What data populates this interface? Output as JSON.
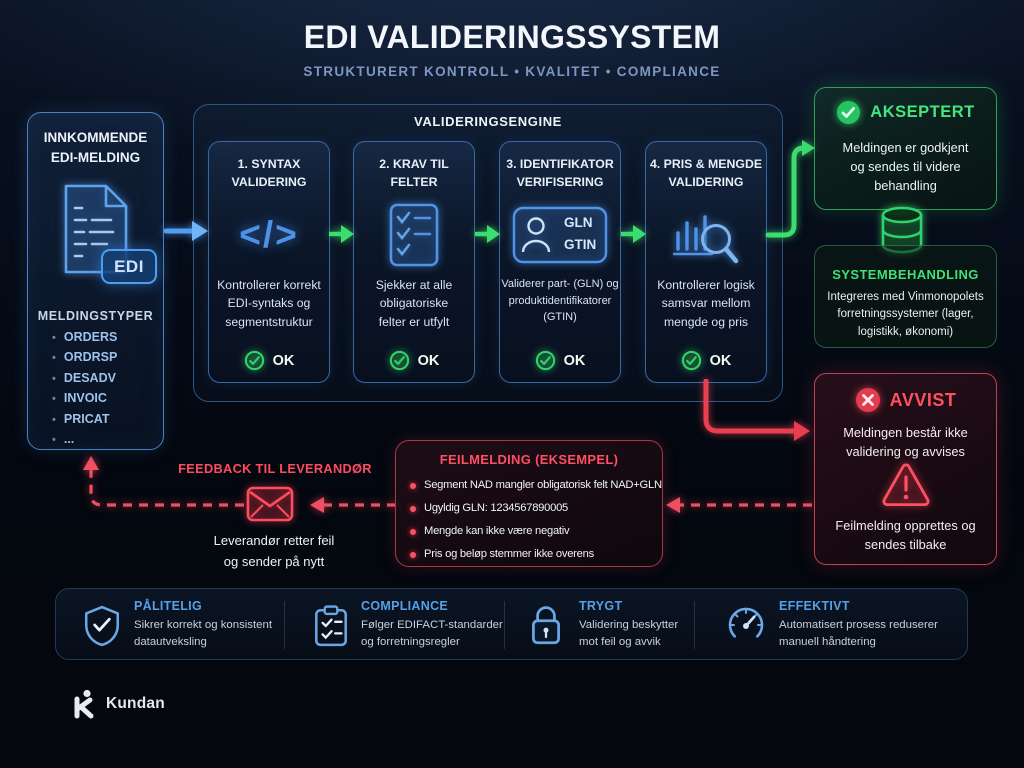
{
  "title": "EDI VALIDERINGSSYSTEM",
  "subtitle": "STRUKTURERT KONTROLL  •  KVALITET  •  COMPLIANCE",
  "incoming": {
    "title": "INNKOMMENDE EDI-MELDING",
    "badge": "EDI",
    "list_title": "MELDINGSTYPER",
    "types": [
      "ORDERS",
      "ORDRSP",
      "DESADV",
      "INVOIC",
      "PRICAT",
      "..."
    ]
  },
  "engine": {
    "title": "VALIDERINGSENGINE",
    "steps": [
      {
        "title": "1. SYNTAX VALIDERING",
        "desc": "Kontrollerer korrekt EDI-syntaks og segmentstruktur",
        "status": "OK",
        "icon": "code-icon"
      },
      {
        "title": "2. KRAV TIL FELTER",
        "desc": "Sjekker at alle obligatoriske felter er utfylt",
        "status": "OK",
        "icon": "checklist-icon"
      },
      {
        "title": "3. IDENTIFIKATOR VERIFISERING",
        "desc": "Validerer part- (GLN) og produktidentifikatorer (GTIN)",
        "status": "OK",
        "icon": "identity-icon",
        "icon_labels": [
          "GLN",
          "GTIN"
        ]
      },
      {
        "title": "4. PRIS & MENGDE VALIDERING",
        "desc": "Kontrollerer logisk samsvar mellom mengde og pris",
        "status": "OK",
        "icon": "chart-magnifier-icon"
      }
    ]
  },
  "accepted": {
    "title": "AKSEPTERT",
    "desc": "Meldingen er godkjent og sendes til videre behandling"
  },
  "system": {
    "title": "SYSTEMBEHANDLING",
    "desc": "Integreres med Vinmonopolets forretningssystemer (lager, logistikk, økonomi)"
  },
  "rejected": {
    "title": "AVVIST",
    "desc": "Meldingen består ikke validering og avvises",
    "desc2": "Feilmelding opprettes og sendes tilbake"
  },
  "error_box": {
    "title": "FEILMELDING (EKSEMPEL)",
    "items": [
      "Segment NAD mangler obligatorisk felt NAD+GLN",
      "Ugyldig GLN: 1234567890005",
      "Mengde kan ikke være negativ",
      "Pris og beløp stemmer ikke overens"
    ]
  },
  "feedback": {
    "title": "FEEDBACK TIL LEVERANDØR",
    "desc": "Leverandør retter feil og sender på nytt"
  },
  "features": [
    {
      "title": "PÅLITELIG",
      "desc": "Sikrer korrekt og konsistent datautveksling"
    },
    {
      "title": "COMPLIANCE",
      "desc": "Følger EDIFACT-standarder og forretningsregler"
    },
    {
      "title": "TRYGT",
      "desc": "Validering beskytter mot feil og avvik"
    },
    {
      "title": "EFFEKTIVT",
      "desc": "Automatisert prosess reduserer manuell håndtering"
    }
  ],
  "brand": "Kundan",
  "colors": {
    "blue": "#4f94e8",
    "green": "#2fd36b",
    "red": "#ff4b5f",
    "bg": "#060d1a"
  }
}
